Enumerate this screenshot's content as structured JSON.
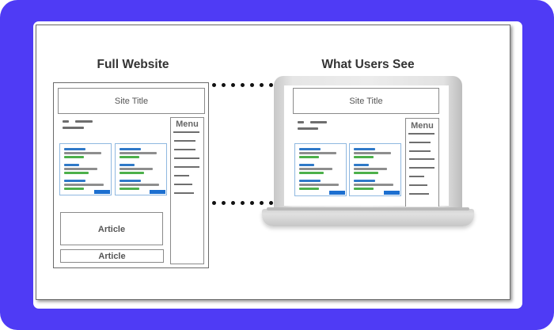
{
  "colors": {
    "frame": "#4f3bf5",
    "accent_blue": "#2f79c8",
    "button_blue": "#1c6fd0",
    "accent_green": "#4cb04a",
    "wire_gray": "#6a6a6a"
  },
  "diagram": {
    "left": {
      "heading": "Full Website",
      "site_title": "Site Title",
      "menu_label": "Menu",
      "article_large": "Article",
      "article_small": "Article"
    },
    "right": {
      "heading": "What Users See",
      "site_title": "Site Title",
      "menu_label": "Menu"
    },
    "connectors": {
      "dots_per_row": 7,
      "rows": 2
    }
  }
}
